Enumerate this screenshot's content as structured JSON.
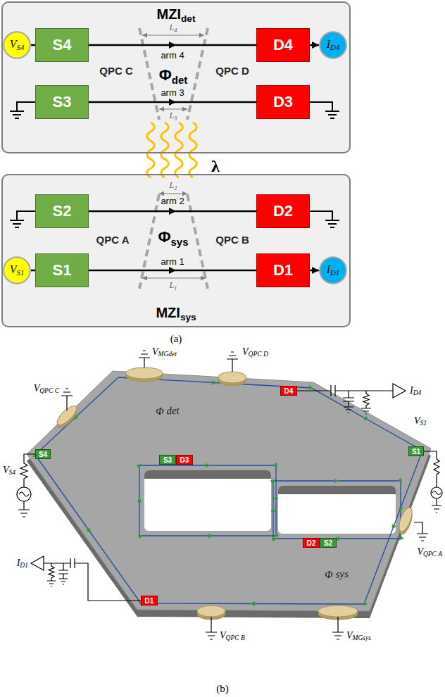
{
  "diagram": {
    "nodes": [
      {
        "text": [
          "MZIdet"
        ]
      },
      {
        "text": [
          "VS4"
        ],
        "in": 0
      },
      {
        "text": [
          "S4"
        ],
        "in": 0
      },
      {
        "text": [
          "D4"
        ],
        "in": 0
      },
      {
        "text": [
          "ID4"
        ],
        "in": 0
      },
      {
        "text": [
          "S3"
        ],
        "in": 0
      },
      {
        "text": [
          "D3"
        ],
        "in": 0
      },
      {
        "text": [
          "MZIsys"
        ]
      },
      {
        "text": [
          "S2"
        ],
        "in": 7
      },
      {
        "text": [
          "D2"
        ],
        "in": 7
      },
      {
        "text": [
          "VS1"
        ],
        "in": 7
      },
      {
        "text": [
          "S1"
        ],
        "in": 7
      },
      {
        "text": [
          "D1"
        ],
        "in": 7
      },
      {
        "text": [
          "ID1"
        ],
        "in": 7
      },
      {
        "text": [
          "D4"
        ]
      },
      {
        "text": [
          "S1"
        ]
      },
      {
        "text": [
          "S4"
        ]
      },
      {
        "text": [
          "S3"
        ]
      },
      {
        "text": [
          "D3"
        ]
      },
      {
        "text": [
          "D2"
        ]
      },
      {
        "text": [
          "S2"
        ]
      },
      {
        "text": [
          "D1"
        ]
      }
    ],
    "edges": [
      {
        "from": 1,
        "to": 2,
        "arrow": "none"
      },
      {
        "from": 2,
        "to": 3,
        "arrow": "to",
        "label": "arm 4"
      },
      {
        "from": 3,
        "to": 4,
        "arrow": "to"
      },
      {
        "from": 5,
        "to": 6,
        "arrow": "to",
        "label": "arm 3"
      },
      {
        "from": 8,
        "to": 9,
        "arrow": "to",
        "label": "arm 2"
      },
      {
        "from": 10,
        "to": 11,
        "arrow": "none"
      },
      {
        "from": 11,
        "to": 12,
        "arrow": "to",
        "label": "arm 1"
      },
      {
        "from": 12,
        "to": 13,
        "arrow": "to"
      }
    ],
    "labels": [
      "L4",
      "QPC C",
      "Φdet",
      "QPC D",
      "L3",
      "λ",
      "L2",
      "QPC A",
      "Φsys",
      "QPC B",
      "L1",
      "(a)",
      "VMGdet",
      "VQPC D",
      "VQPC C",
      "ID4",
      "Φ det",
      "VS1",
      "VS4",
      "VQPC A",
      "ID1",
      "Φ sys",
      "VQPC B",
      "VMGsys",
      "(b)"
    ]
  }
}
